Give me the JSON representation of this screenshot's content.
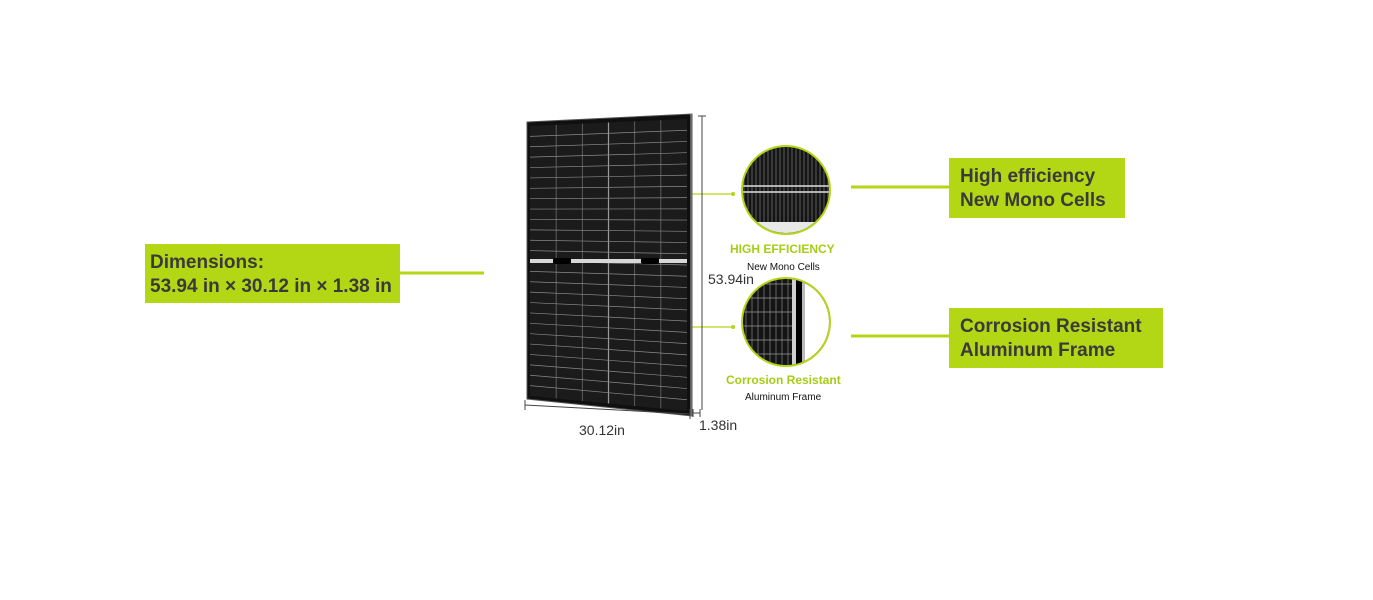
{
  "dimensions_tag": {
    "line1": "Dimensions:",
    "line2": "53.94 in × 30.12 in × 1.38 in"
  },
  "efficiency_tag": {
    "line1": "High efficiency",
    "line2": "New Mono Cells"
  },
  "corrosion_tag": {
    "line1": "Corrosion Resistant",
    "line2": "Aluminum Frame"
  },
  "efficiency_caption": {
    "title": "HIGH EFFICIENCY",
    "subtitle": "New Mono Cells"
  },
  "corrosion_caption": {
    "title": "Corrosion Resistant",
    "subtitle": "Aluminum Frame"
  },
  "measurements": {
    "height": "53.94in",
    "width": "30.12in",
    "depth": "1.38in"
  },
  "colors": {
    "accent": "#b3d615",
    "tag_text": "#3a3a3a",
    "panel": "#151515",
    "cell_line": "#8a8a8a"
  }
}
